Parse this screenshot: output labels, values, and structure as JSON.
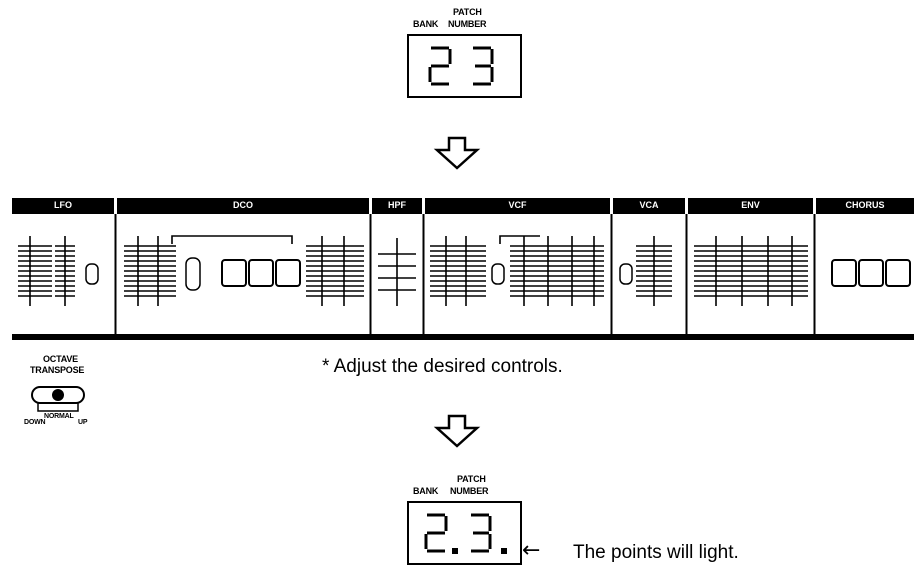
{
  "top_display": {
    "label_patch": "PATCH",
    "label_bank": "BANK",
    "label_number": "NUMBER",
    "bank_digit": "2",
    "number_digit": "3"
  },
  "panel": {
    "sections": [
      "LFO",
      "DCO",
      "HPF",
      "VCF",
      "VCA",
      "ENV",
      "CHORUS"
    ]
  },
  "instruction": "* Adjust the desired controls.",
  "octave_transpose": {
    "label_line1": "OCTAVE",
    "label_line2": "TRANSPOSE",
    "pos_down": "DOWN",
    "pos_normal": "NORMAL",
    "pos_up": "UP"
  },
  "bottom_display": {
    "label_patch": "PATCH",
    "label_bank": "BANK",
    "label_number": "NUMBER",
    "bank_digit": "2",
    "number_digit": "3",
    "caption": "The points will light."
  },
  "arrow_glyph": "←"
}
